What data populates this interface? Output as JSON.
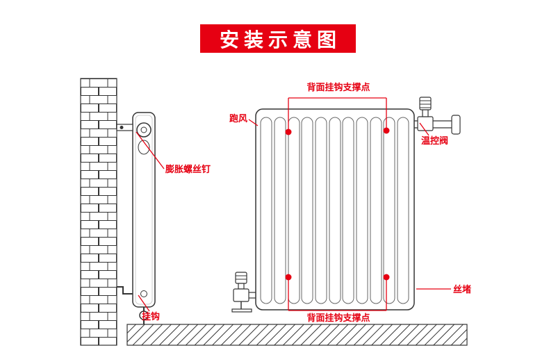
{
  "title": "安装示意图",
  "annotations": {
    "back_hook_support_top": "背面挂钩支撑点",
    "back_hook_support_bottom": "背面挂钩支撑点",
    "air_vent": "跑风",
    "thermostat_valve": "温控阀",
    "plug": "丝堵",
    "expansion_screw": "膨胀螺丝钉",
    "hook": "挂钩"
  },
  "colors": {
    "accent_red": "#e60012",
    "line_dark": "#333333"
  }
}
